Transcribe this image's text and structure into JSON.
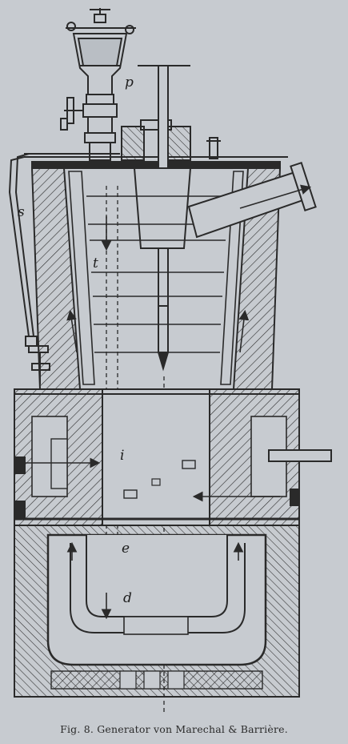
{
  "caption": "Fig. 8.  Generator von Marechal & Barrière.",
  "labels": {
    "p": "p",
    "s": "s",
    "t": "t",
    "i": "i",
    "e": "e",
    "d": "d"
  },
  "colors": {
    "paper": "#c7cbd0",
    "ink": "#2a2a2a"
  }
}
